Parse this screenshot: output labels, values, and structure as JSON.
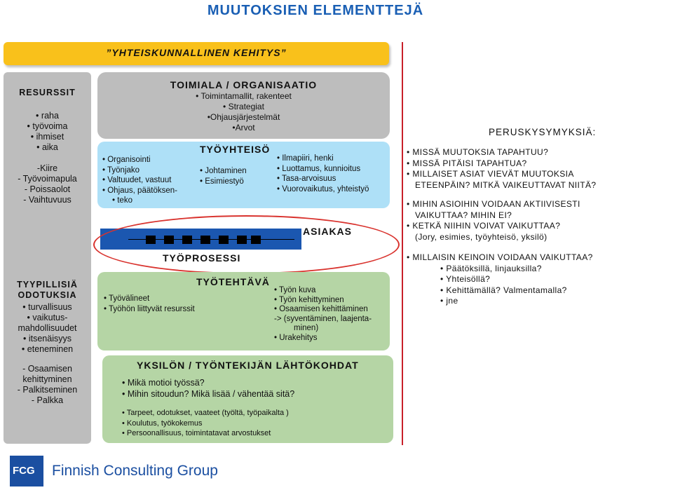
{
  "title": "MUUTOKSIEN ELEMENTTEJÄ",
  "banner": "”YHTEISKUNNALLINEN KEHITYS”",
  "left": {
    "resources_title": "RESURSSIT",
    "resources_items": [
      "raha",
      "työvoima",
      "ihmiset",
      "aika"
    ],
    "resources_notes": [
      "-Kiire",
      "- Työvoimapula",
      "- Poissaolot",
      "- Vaihtuvuus"
    ],
    "tasks_title_1": "TYYPILLISIÄ",
    "tasks_title_2": "ODOTUKSIA",
    "tasks_items": [
      "turvallisuus",
      "vaikutus-",
      "mahdollisuudet",
      "itsenäisyys",
      "eteneminen"
    ],
    "tasks_notes": [
      "- Osaamisen",
      "kehittyminen",
      "- Palkitseminen",
      "- Palkka"
    ]
  },
  "org": {
    "title": "TOIMIALA / ORGANISAATIO",
    "items": [
      "Toimintamallit, rakenteet",
      "Strategiat",
      "Ohjausjärjestelmät",
      "Arvot"
    ]
  },
  "community": {
    "title": "TYÖYHTEISÖ",
    "left_items": [
      "Organisointi",
      "Työnjako",
      "Valtuudet, vastuut",
      "Ohjaus, päätöksen-",
      "teko"
    ],
    "mid_items": [
      "Johtaminen",
      "Esimiestyö"
    ],
    "right_items": [
      "Ilmapiiri, henki",
      "Luottamus, kunnioitus",
      "Tasa-arvoisuus",
      "Vuorovaikutus, yhteistyö"
    ]
  },
  "process": {
    "customer_label": "ASIAKAS",
    "label": "TYÖPROSESSI"
  },
  "task": {
    "title": "TYÖTEHTÄVÄ",
    "left_items": [
      "Työvälineet",
      "Työhön liittyvät resurssit"
    ],
    "right_items": [
      "Työn kuva",
      "Työn kehittyminen",
      "Osaamisen kehittäminen",
      "-> (syventäminen, laajenta-",
      "minen)",
      "Urakehitys"
    ]
  },
  "individual": {
    "title": "YKSILÖN / TYÖNTEKIJÄN LÄHTÖKOHDAT",
    "questions": [
      "Mikä motioi työssä?",
      "Mihin sitoudun? Mikä lisää / vähentää sitä?"
    ],
    "items": [
      "Tarpeet, odotukset, vaateet (työltä, työpaikalta )",
      "Koulutus, työkokemus",
      "Persoonallisuus, toimintatavat arvostukset"
    ]
  },
  "right": {
    "title": "PERUSKYSYMYKSIÄ:",
    "q1": [
      "MISSÄ MUUTOKSIA TAPAHTUU?",
      "MISSÄ PITÄISI TAPAHTUA?",
      "MILLAISET ASIAT VIEVÄT MUUTOKSIA",
      "ETEENPÄIN? MITKÄ VAIKEUTTAVAT NIITÄ?"
    ],
    "q2": [
      "MIHIN ASIOIHIN VOIDAAN AKTIIVISESTI",
      "VAIKUTTAA? MIHIN EI?",
      "KETKÄ NIIHIN VOIVAT VAIKUTTAA?",
      "(Jory, esimies, työyhteisö, yksilö)"
    ],
    "q3": "MILLAISIN KEINOIN VOIDAAN VAIKUTTAA?",
    "q3_items": [
      "Päätöksillä, linjauksilla?",
      "Yhteisöllä?",
      "Kehittämällä? Valmentamalla?",
      "jne"
    ]
  },
  "logo": {
    "mark": "FCG",
    "text": "Finnish Consulting Group"
  },
  "colors": {
    "banner": "#f9c11b",
    "blue": "#aee0f7",
    "green": "#b5d5a5",
    "grey": "#bdbdbd",
    "red": "#d9332e",
    "navy": "#1b4fa1"
  }
}
